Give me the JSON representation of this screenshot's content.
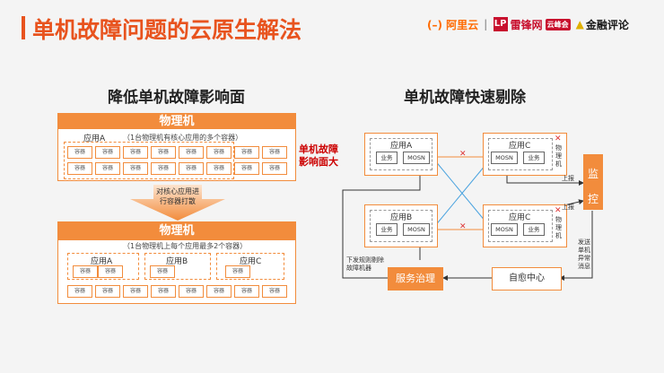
{
  "header": {
    "title": "单机故障问题的云原生解法",
    "logos": {
      "aliyun": "阿里云",
      "leifeng": "雷锋网",
      "leifeng_tag": "云峰会",
      "jinrong": "金融评论"
    }
  },
  "left": {
    "section_title": "降低单机故障影响面",
    "top_box": {
      "header": "物理机",
      "app_label": "应用A",
      "note": "（1台物理机有核心应用的多个容器）",
      "container_label": "容器"
    },
    "side_warning_line1": "单机故障",
    "side_warning_line2": "影响面大",
    "arrow_text_line1": "对核心应用进",
    "arrow_text_line2": "行容器打散",
    "bottom_box": {
      "header": "物理机",
      "note": "（1台物理机上每个应用最多2个容器）",
      "app_a": "应用A",
      "app_b": "应用B",
      "app_c": "应用C",
      "container_label": "容器"
    }
  },
  "right": {
    "section_title": "单机故障快速剔除",
    "host1": {
      "app": "应用A",
      "biz": "业务",
      "mosn": "MOSN"
    },
    "host2": {
      "app": "应用B",
      "biz": "业务",
      "mosn": "MOSN"
    },
    "host3": {
      "app": "应用C",
      "biz": "业务",
      "mosn": "MOSN",
      "label": "物理机"
    },
    "host4": {
      "app": "应用C",
      "biz": "业务",
      "mosn": "MOSN",
      "label": "物理机"
    },
    "monitor": "监控",
    "report1": "上报",
    "report2": "上报",
    "send_text": "发送单机异常消息",
    "self_heal": "自愈中心",
    "service_gov": "服务治理",
    "issue_rule": "下发规则剔除故障机器"
  },
  "colors": {
    "accent": "#e8531e",
    "orange": "#f28c3c",
    "error": "#d33",
    "link": "#4aa3df"
  }
}
